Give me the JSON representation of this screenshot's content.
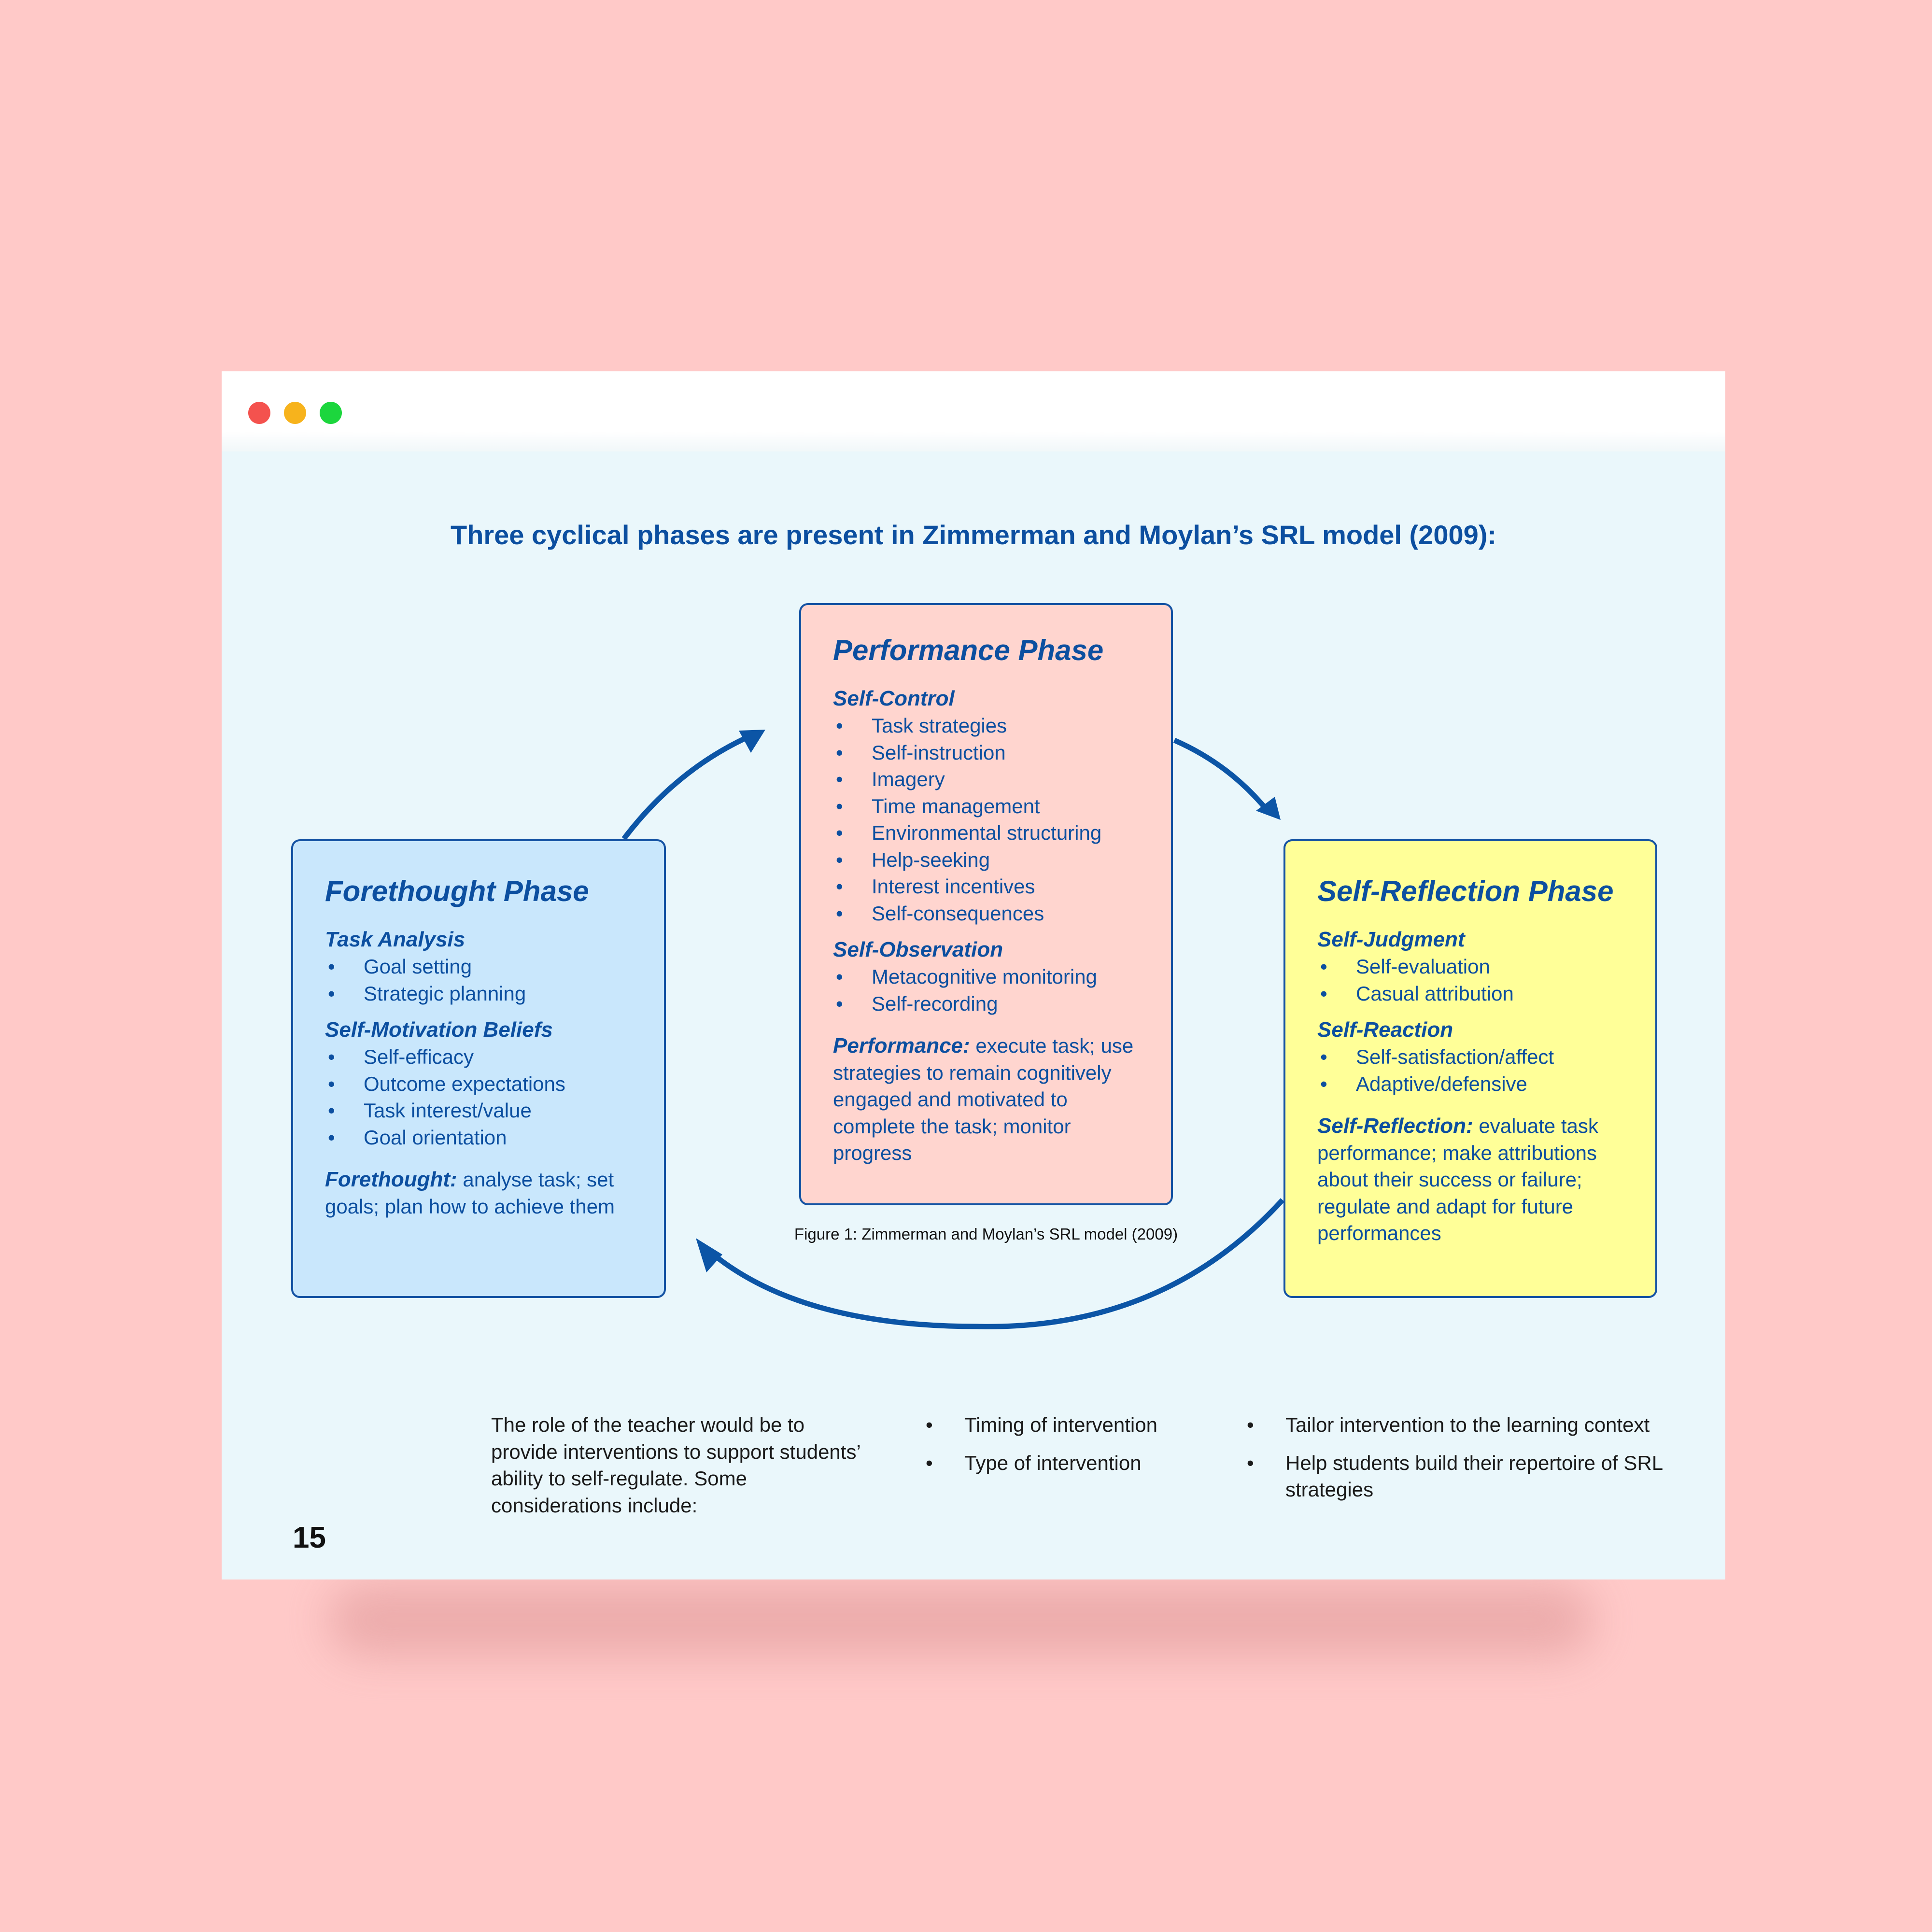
{
  "headline": "Three cyclical phases are present in Zimmerman and Moylan’s SRL model (2009):",
  "performance": {
    "title": "Performance Phase",
    "sections": [
      {
        "title": "Self-Control",
        "items": [
          "Task strategies",
          "Self-instruction",
          "Imagery",
          "Time management",
          "Environmental structuring",
          "Help-seeking",
          "Interest incentives",
          "Self-consequences"
        ]
      },
      {
        "title": "Self-Observation",
        "items": [
          "Metacognitive monitoring",
          "Self-recording"
        ]
      }
    ],
    "summary_label": "Performance:",
    "summary_text": " execute task; use strategies to remain cognitively engaged and motivated to complete the task; monitor progress"
  },
  "forethought": {
    "title": "Forethought Phase",
    "sections": [
      {
        "title": "Task Analysis",
        "items": [
          "Goal setting",
          "Strategic planning"
        ]
      },
      {
        "title": "Self-Motivation Beliefs",
        "items": [
          "Self-efficacy",
          "Outcome expectations",
          "Task interest/value",
          "Goal orientation"
        ]
      }
    ],
    "summary_label": "Forethought:",
    "summary_text": " analyse task; set goals; plan how to achieve them"
  },
  "reflection": {
    "title": "Self-Reflection Phase",
    "sections": [
      {
        "title": "Self-Judgment",
        "items": [
          "Self-evaluation",
          "Casual attribution"
        ]
      },
      {
        "title": "Self-Reaction",
        "items": [
          "Self-satisfaction/affect",
          "Adaptive/defensive"
        ]
      }
    ],
    "summary_label": "Self-Reflection:",
    "summary_text": " evaluate task performance; make attributions about their success or failure; regulate and adapt for future performances"
  },
  "caption": "Figure 1: Zimmerman and Moylan’s SRL model (2009)",
  "bottom": {
    "intro": "The role of the teacher would be to provide interventions to support students’ ability to self-regulate. Some considerations include:",
    "list_a": [
      "Timing of intervention",
      "Type of intervention"
    ],
    "list_b": [
      "Tailor intervention to the learning context",
      "Help students build their repertoire of SRL strategies"
    ]
  },
  "page_number": "15",
  "colors": {
    "background": "#ffc9c8",
    "page": "#eaf7fb",
    "accent_blue": "#0c4fa0",
    "performance_box": "#ffd5cf",
    "forethought_box": "#c9e7fc",
    "reflection_box": "#ffff98",
    "window_red": "#f4524e",
    "window_yellow": "#f7b31c",
    "window_green": "#1cd63d"
  }
}
